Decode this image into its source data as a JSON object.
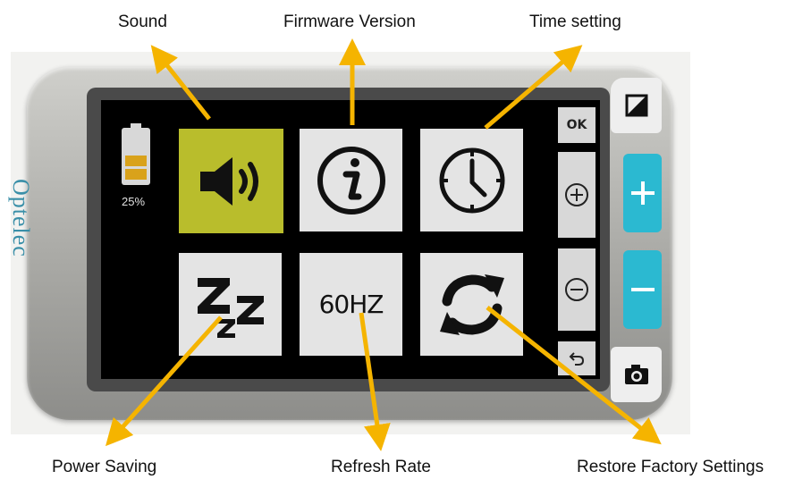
{
  "callouts": {
    "sound": "Sound",
    "firmware": "Firmware Version",
    "time": "Time setting",
    "power": "Power Saving",
    "refresh": "Refresh Rate",
    "restore": "Restore Factory Settings"
  },
  "device": {
    "brand": "Optelec",
    "battery": {
      "percent_label": "25%",
      "level": 0.25
    },
    "screen": {
      "tiles": [
        {
          "id": "sound",
          "icon": "speaker-icon",
          "selected": true
        },
        {
          "id": "info",
          "icon": "info-icon",
          "selected": false
        },
        {
          "id": "time",
          "icon": "clock-icon",
          "selected": false
        },
        {
          "id": "sleep",
          "icon": "zzz-icon",
          "selected": false
        },
        {
          "id": "refresh",
          "icon": "",
          "text": "60HZ",
          "selected": false
        },
        {
          "id": "restore",
          "icon": "refresh-arrows-icon",
          "selected": false
        }
      ],
      "side_buttons": {
        "ok": "OK",
        "plus_icon": "circle-plus-icon",
        "minus_icon": "circle-minus-icon",
        "back_icon": "back-arrow-icon"
      }
    },
    "hardware_buttons": [
      "contrast-icon",
      "plus-icon",
      "minus-icon",
      "camera-icon"
    ]
  },
  "colors": {
    "selected_tile": "#b9bd2c",
    "tile": "#e4e4e4",
    "arrow": "#f5b400",
    "hw_blue": "#2bb9d1",
    "brand_text": "#3a8fa8",
    "battery_fill": "#d9a21b"
  }
}
